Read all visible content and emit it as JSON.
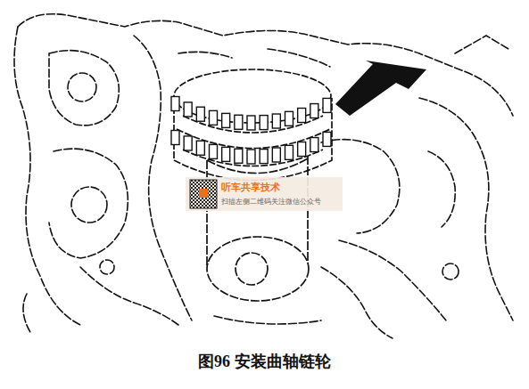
{
  "diagram": {
    "caption": "图96  安装曲轴链轮",
    "labels": [
      "听车共享技术",
      "扫描左侧二维码关注微信公众号"
    ]
  }
}
